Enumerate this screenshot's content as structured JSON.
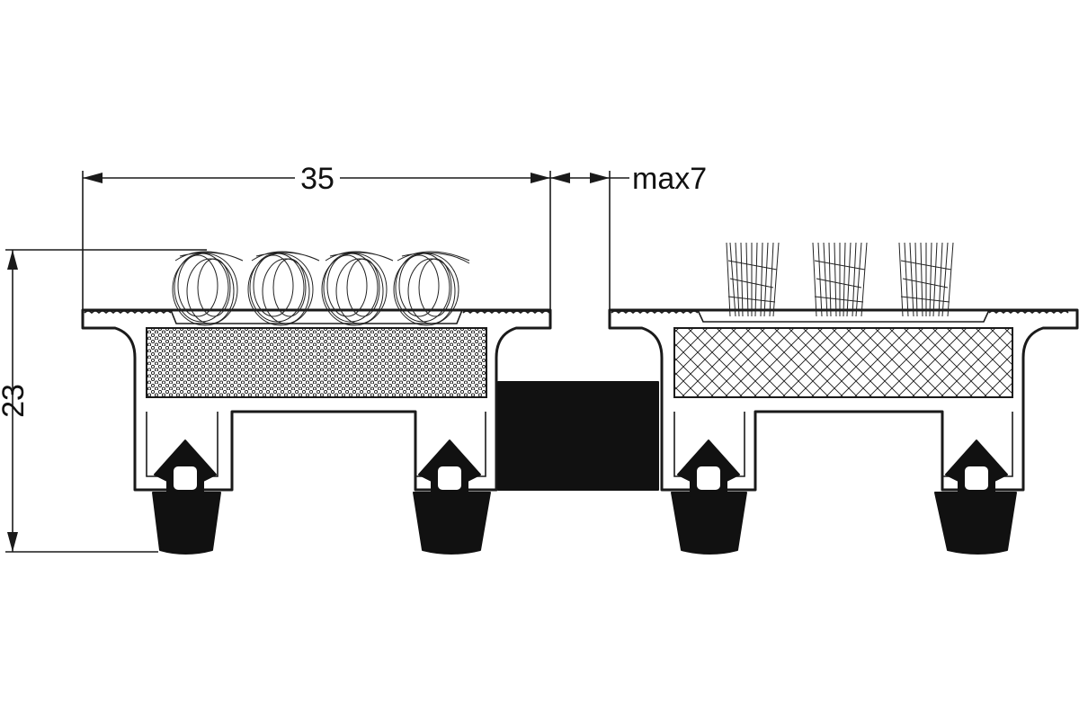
{
  "dimensions": {
    "width": "35",
    "gap": "max7",
    "height": "23"
  },
  "colors": {
    "line": "#1a1a1a",
    "fill": "#111111",
    "background": "#ffffff"
  }
}
